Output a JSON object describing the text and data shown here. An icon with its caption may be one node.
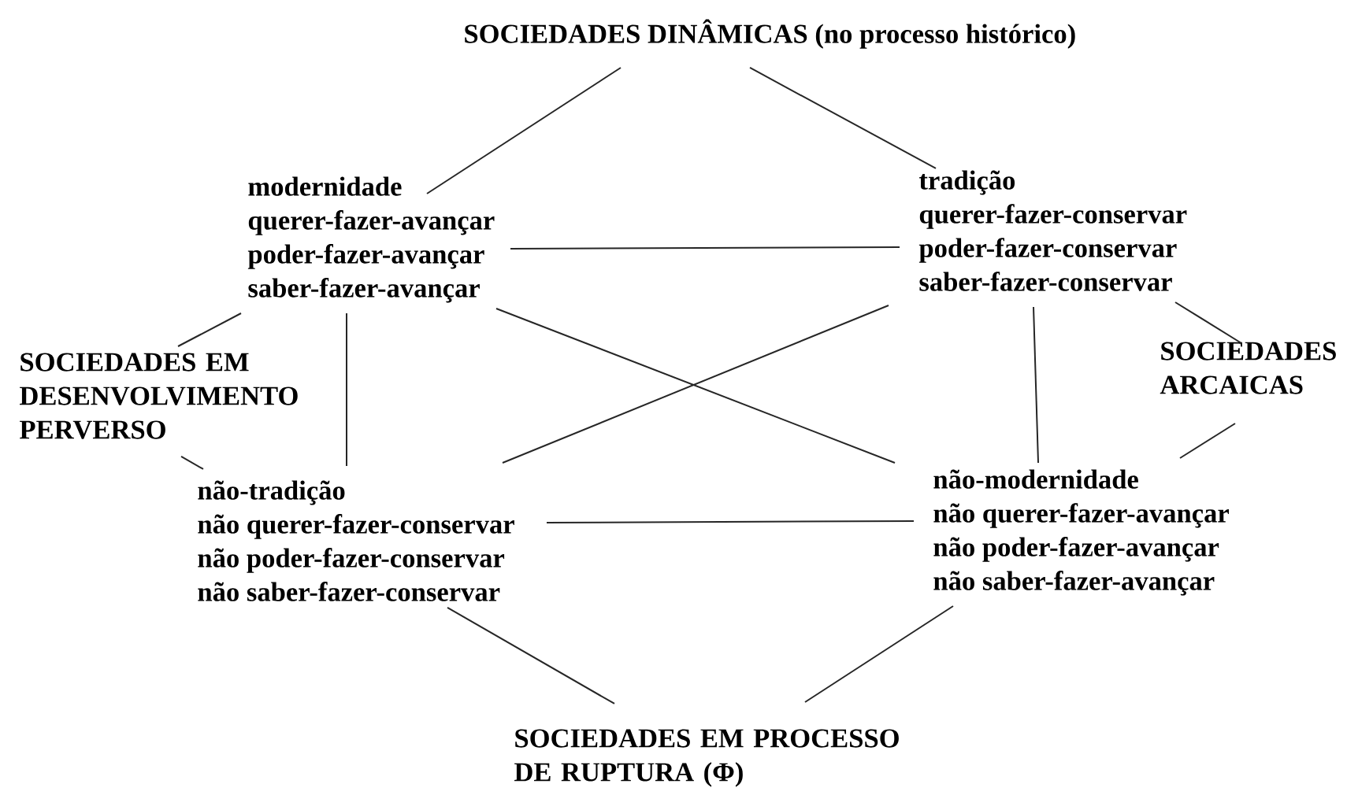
{
  "diagram": {
    "nodes": [
      {
        "text": [
          "SOCIEDADES DINÂMICAS (no processo histórico)"
        ]
      },
      {
        "text": [
          "modernidade",
          "querer-fazer-avançar",
          "poder-fazer-avançar",
          "saber-fazer-avançar"
        ]
      },
      {
        "text": [
          "tradição",
          "querer-fazer-conservar",
          "poder-fazer-conservar",
          "saber-fazer-conservar"
        ]
      },
      {
        "text": [
          "SOCIEDADES EM DESENVOLVIMENTO PERVERSO"
        ]
      },
      {
        "text": [
          "SOCIEDADES ARCAICAS"
        ]
      },
      {
        "text": [
          "não-tradição",
          "não querer-fazer-conservar",
          "não poder-fazer-conservar",
          "não saber-fazer-conservar"
        ]
      },
      {
        "text": [
          "não-modernidade",
          "não querer-fazer-avançar",
          "não poder-fazer-avançar",
          "não saber-fazer-avançar"
        ]
      },
      {
        "text": [
          "SOCIEDADES EM PROCESSO DE RUPTURA (Φ)"
        ]
      }
    ],
    "edges": [
      {
        "from": 0,
        "to": 1,
        "arrow": "none"
      },
      {
        "from": 0,
        "to": 2,
        "arrow": "none"
      },
      {
        "from": 1,
        "to": 2,
        "arrow": "none"
      },
      {
        "from": 1,
        "to": 3,
        "arrow": "none"
      },
      {
        "from": 3,
        "to": 5,
        "arrow": "none"
      },
      {
        "from": 1,
        "to": 5,
        "arrow": "none"
      },
      {
        "from": 1,
        "to": 6,
        "arrow": "none"
      },
      {
        "from": 2,
        "to": 5,
        "arrow": "none"
      },
      {
        "from": 2,
        "to": 6,
        "arrow": "none"
      },
      {
        "from": 2,
        "to": 4,
        "arrow": "none"
      },
      {
        "from": 4,
        "to": 6,
        "arrow": "none"
      },
      {
        "from": 5,
        "to": 6,
        "arrow": "none"
      },
      {
        "from": 5,
        "to": 7,
        "arrow": "none"
      },
      {
        "from": 6,
        "to": 7,
        "arrow": "none"
      }
    ]
  }
}
